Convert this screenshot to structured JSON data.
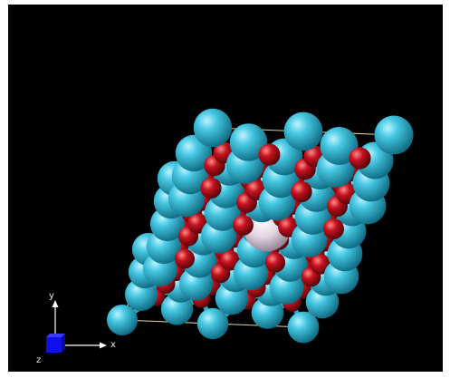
{
  "viewer": {
    "background": "#000000",
    "cell_edge_color": "#d9d2a0"
  },
  "atoms": {
    "cation_color": "#33bfdc",
    "anion_color": "#c0101e",
    "center_color": "#e4d8e4"
  },
  "axes": {
    "x_label": "x",
    "y_label": "y",
    "z_label": "z",
    "origin_color": "#1010ee",
    "line_color": "#ffffff"
  }
}
